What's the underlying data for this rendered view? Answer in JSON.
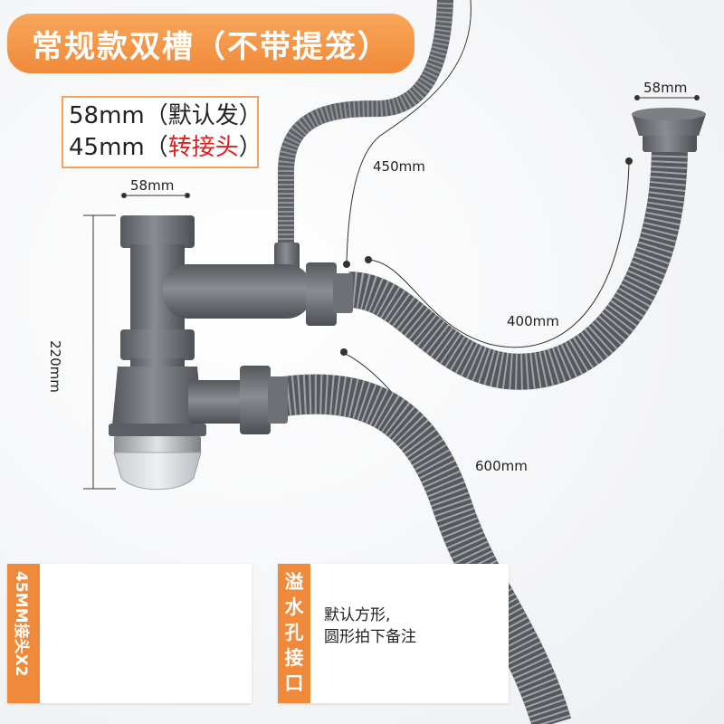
{
  "title": "常规款双槽（不带提笼）",
  "spec": {
    "line1": "58mm（默认发）",
    "line2_prefix": "45mm（",
    "line2_red": "转接头",
    "line2_suffix": "）"
  },
  "dimensions": {
    "top_width": "58mm",
    "height": "220mm",
    "right_top": "58mm",
    "hose_a": "450mm",
    "hose_b": "400mm",
    "hose_c": "600mm"
  },
  "panel_left": {
    "label": "45MM接头X2"
  },
  "panel_right": {
    "tab_chars": [
      "溢",
      "水",
      "孔",
      "接",
      "口"
    ],
    "note_line1": "默认方形,",
    "note_line2": "圆形拍下备注"
  },
  "colors": {
    "accent": "#f08a3a",
    "pipe": "#6b6e73",
    "red": "#e02020"
  }
}
